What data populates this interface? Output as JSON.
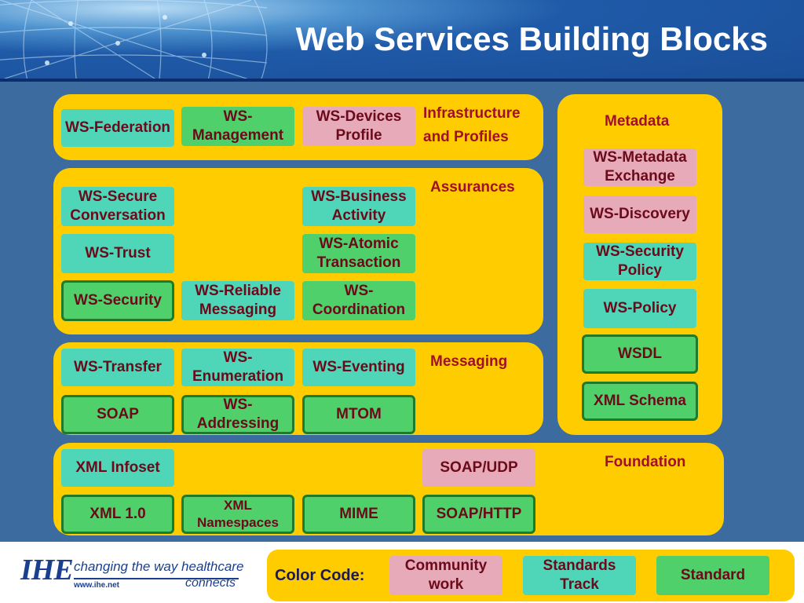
{
  "title": "Web Services Building Blocks",
  "colors": {
    "panel": "#ffcc00",
    "community_work": "#e6aab9",
    "standards_track": "#4fd6b8",
    "standard": "#4fd06a",
    "label_text": "#a0102a"
  },
  "panels": {
    "infrastructure": "Infrastructure and Profiles",
    "assurances": "Assurances",
    "messaging": "Messaging",
    "metadata": "Metadata",
    "foundation": "Foundation"
  },
  "blocks": {
    "ws_federation": "WS-Federation",
    "ws_management": "WS-Management",
    "ws_devices_profile": "WS-Devices Profile",
    "ws_secure_conversation": "WS-Secure Conversation",
    "ws_business_activity": "WS-Business Activity",
    "ws_trust": "WS-Trust",
    "ws_atomic_transaction": "WS-Atomic Transaction",
    "ws_security": "WS-Security",
    "ws_reliable_messaging": "WS-Reliable Messaging",
    "ws_coordination": "WS-Coordination",
    "ws_transfer": "WS-Transfer",
    "ws_enumeration": "WS-Enumeration",
    "ws_eventing": "WS-Eventing",
    "soap": "SOAP",
    "ws_addressing": "WS-Addressing",
    "mtom": "MTOM",
    "ws_metadata_exchange": "WS-Metadata Exchange",
    "ws_discovery": "WS-Discovery",
    "ws_security_policy": "WS-Security Policy",
    "ws_policy": "WS-Policy",
    "wsdl": "WSDL",
    "xml_schema": "XML Schema",
    "xml_infoset": "XML Infoset",
    "soap_udp": "SOAP/UDP",
    "xml_1_0": "XML 1.0",
    "xml_namespaces": "XML Namespaces",
    "mime": "MIME",
    "soap_http": "SOAP/HTTP"
  },
  "legend": {
    "title": "Color Code:",
    "community_work": "Community work",
    "standards_track": "Standards Track",
    "standard": "Standard"
  },
  "logo": {
    "name": "IHE",
    "tagline": "changing the way healthcare",
    "connects": "connects",
    "url": "www.ihe.net"
  }
}
